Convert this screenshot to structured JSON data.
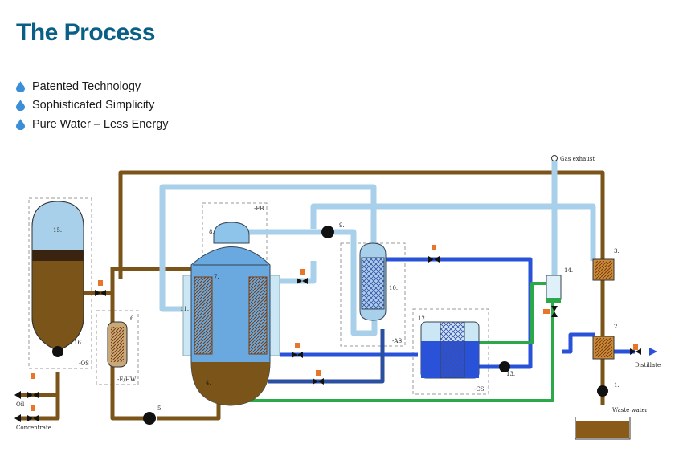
{
  "title": "The Process",
  "bullets": [
    {
      "icon": "water-drop-icon",
      "text": "Patented Technology"
    },
    {
      "icon": "water-drop-icon",
      "text": "Sophisticated Simplicity"
    },
    {
      "icon": "water-drop-icon",
      "text": "Pure Water – Less Energy"
    }
  ],
  "diagram": {
    "component_numbers": [
      "1.",
      "2.",
      "3.",
      "4.",
      "5.",
      "6.",
      "7.",
      "8.",
      "9.",
      "10.",
      "11.",
      "12.",
      "13.",
      "14.",
      "15.",
      "16."
    ],
    "section_labels": {
      "fb": "-FB",
      "as": "-AS",
      "cs": "-CS",
      "os": "-OS",
      "ehw": "-E/HW"
    },
    "stream_labels": {
      "gas_exhaust": "Gas exhaust",
      "waste_water": "Waste water",
      "distillate": "Distillate",
      "oil": "Oil",
      "concentrate": "Concentrate"
    }
  },
  "colors": {
    "title": "#0a5f86",
    "waste_brown": "#7a5418",
    "vapor_blue": "#a8d0ea",
    "distillate_blue": "#2a52d8",
    "green_line": "#2aa84a",
    "orange_valve": "#e8762a"
  }
}
